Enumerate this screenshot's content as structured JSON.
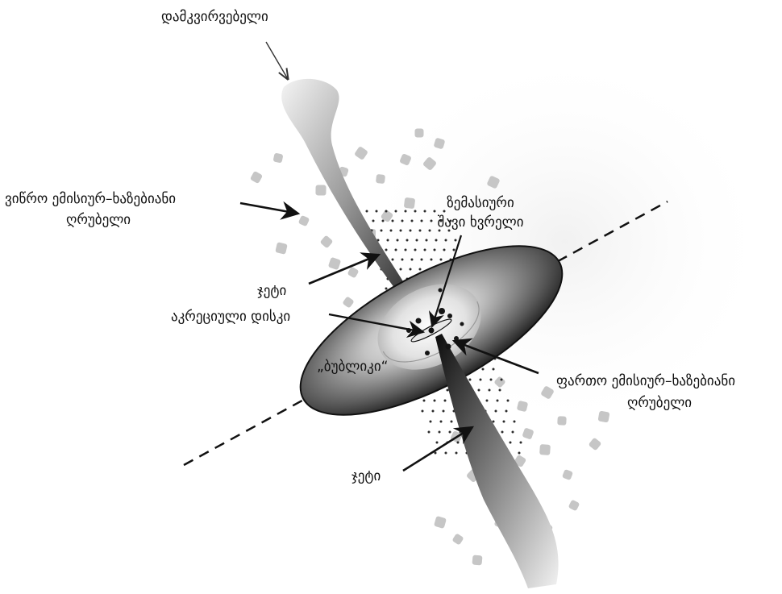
{
  "labels": {
    "observer": "დამკვირვებელი",
    "narrow_line_region_1": "ვიწრო ემისიურ–ხაზებიანი",
    "narrow_line_region_2": "ღრუბელი",
    "black_hole_1": "ზემასიური",
    "black_hole_2": "შავი ხვრელი",
    "jet_top": "ჯეტი",
    "accretion_disk": "აკრეციული დისკი",
    "torus": "„ბუბლიკი“",
    "broad_line_region_1": "ფართო ემისიურ–ხაზებიანი",
    "broad_line_region_2": "ღრუბელი",
    "jet_bottom": "ჯეტი"
  },
  "colors": {
    "ink": "#111111",
    "cloud": "#c8c8c8",
    "dots": "#2a2a2a",
    "torus_dark": "#1a1a1a",
    "torus_light": "#d8d8d8"
  }
}
